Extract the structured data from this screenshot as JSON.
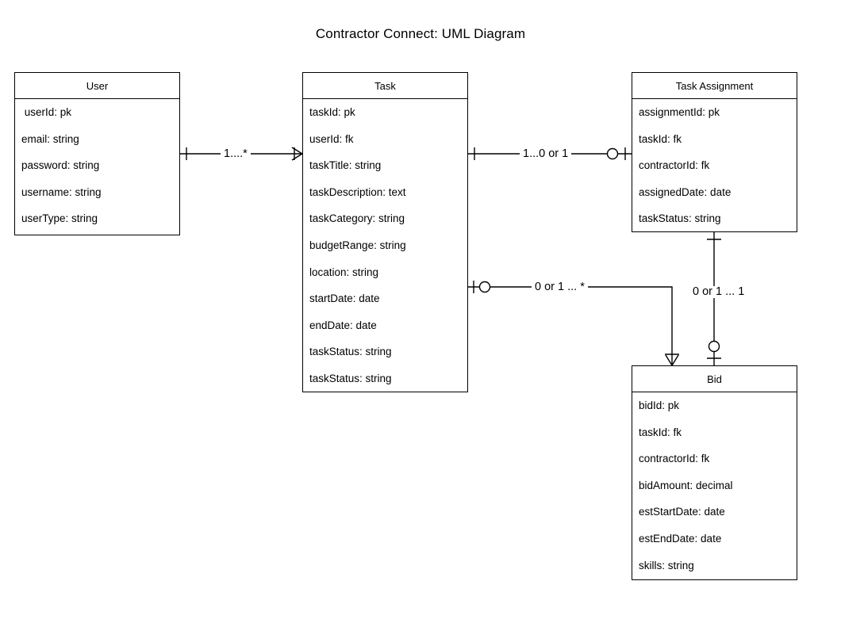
{
  "diagram": {
    "title": "Contractor Connect: UML Diagram",
    "background_color": "#ffffff",
    "line_color": "#000000",
    "text_color": "#000000"
  },
  "classes": [
    {
      "id": "user",
      "name": "User",
      "attributes": [
        " userId: pk",
        "email: string",
        "password: string",
        "username: string",
        "userType: string"
      ]
    },
    {
      "id": "task",
      "name": "Task",
      "attributes": [
        "taskId: pk",
        "userId: fk",
        "taskTitle: string",
        "taskDescription: text",
        "taskCategory: string",
        "budgetRange: string",
        "location: string",
        "startDate: date",
        "endDate: date",
        "taskStatus: string",
        "taskStatus: string"
      ]
    },
    {
      "id": "task-assignment",
      "name": "Task Assignment",
      "attributes": [
        "assignmentId: pk",
        "taskId: fk",
        "contractorId: fk",
        "assignedDate: date",
        "taskStatus: string"
      ]
    },
    {
      "id": "bid",
      "name": "Bid",
      "attributes": [
        "bidId: pk",
        "taskId: fk",
        "contractorId: fk",
        "bidAmount: decimal",
        "estStartDate: date",
        "estEndDate: date",
        "skills: string"
      ]
    }
  ],
  "relationships": [
    {
      "id": "user-task",
      "from": "User",
      "to": "Task",
      "label": "1....*",
      "from_cardinality": "one",
      "to_cardinality": "many"
    },
    {
      "id": "task-taskassignment",
      "from": "Task",
      "to": "Task Assignment",
      "label": "1...0 or 1",
      "from_cardinality": "one",
      "to_cardinality": "zero-or-one"
    },
    {
      "id": "task-bid",
      "from": "Task",
      "to": "Bid",
      "label": "0 or 1 ... *",
      "from_cardinality": "zero-or-one",
      "to_cardinality": "many"
    },
    {
      "id": "taskassignment-bid",
      "from": "Task Assignment",
      "to": "Bid",
      "label": "0 or 1 ... 1",
      "from_cardinality": "one",
      "to_cardinality": "zero-or-one"
    }
  ]
}
